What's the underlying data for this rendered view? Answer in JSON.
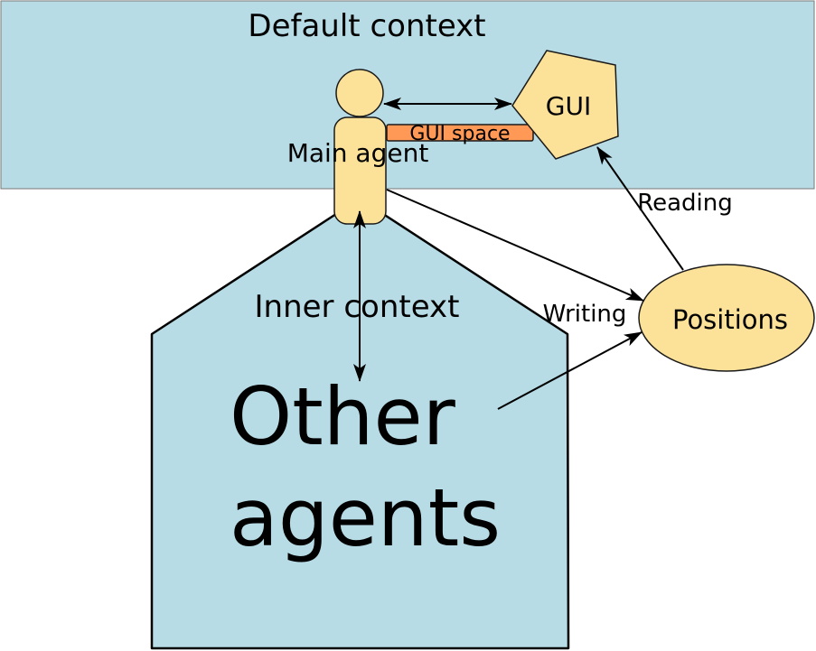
{
  "labels": {
    "default_context": "Default context",
    "main_agent": "Main agent",
    "gui_space": "GUI space",
    "gui": "GUI",
    "reading": "Reading",
    "writing": "Writing",
    "positions": "Positions",
    "inner_context": "Inner context",
    "other_agents_line1": "Other",
    "other_agents_line2": "agents"
  },
  "colors": {
    "context_fill": "#b7dce6",
    "agent_fill": "#fce199",
    "gui_space_fill": "#ff9955",
    "outline": "#1a1a1a"
  }
}
